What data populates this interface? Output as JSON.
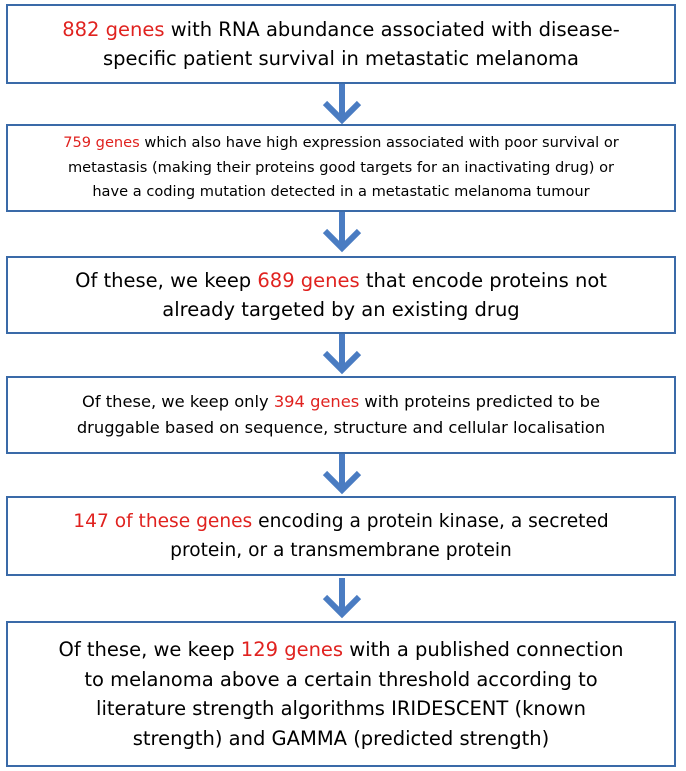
{
  "steps": [
    {
      "lines": [
        [
          "882 genes",
          " with RNA abundance associated with disease-"
        ],
        [
          "",
          "specific patient survival in metastatic melanoma"
        ]
      ]
    },
    {
      "lines": [
        [
          "759 genes",
          " which also have high expression associated with poor survival or"
        ],
        [
          "",
          "metastasis (making their proteins good targets for an inactivating drug) or"
        ],
        [
          "",
          "have a coding mutation detected in a metastatic melanoma tumour"
        ]
      ]
    },
    {
      "lines": [
        [
          "",
          "Of these, we keep ",
          "689 genes",
          " that encode proteins not"
        ],
        [
          "",
          "already targeted by an existing drug"
        ]
      ]
    },
    {
      "lines": [
        [
          "",
          "Of these, we keep only ",
          "394 genes",
          " with proteins predicted to be"
        ],
        [
          "",
          "druggable based on sequence, structure and cellular localisation"
        ]
      ]
    },
    {
      "lines": [
        [
          "147 of these genes",
          " encoding a protein kinase, a secreted"
        ],
        [
          "",
          "protein, or a transmembrane protein"
        ]
      ]
    },
    {
      "lines": [
        [
          "",
          "Of these, we keep ",
          "129 genes",
          " with a published connection"
        ],
        [
          "",
          "to melanoma above a certain threshold according to"
        ],
        [
          "",
          "literature strength algorithms IRIDESCENT (known"
        ],
        [
          "",
          "strength) and GAMMA (predicted strength)"
        ]
      ]
    }
  ],
  "colors": {
    "highlight": "#e0221f",
    "border": "#3a6aa8",
    "arrow": "#4a7cc2"
  }
}
